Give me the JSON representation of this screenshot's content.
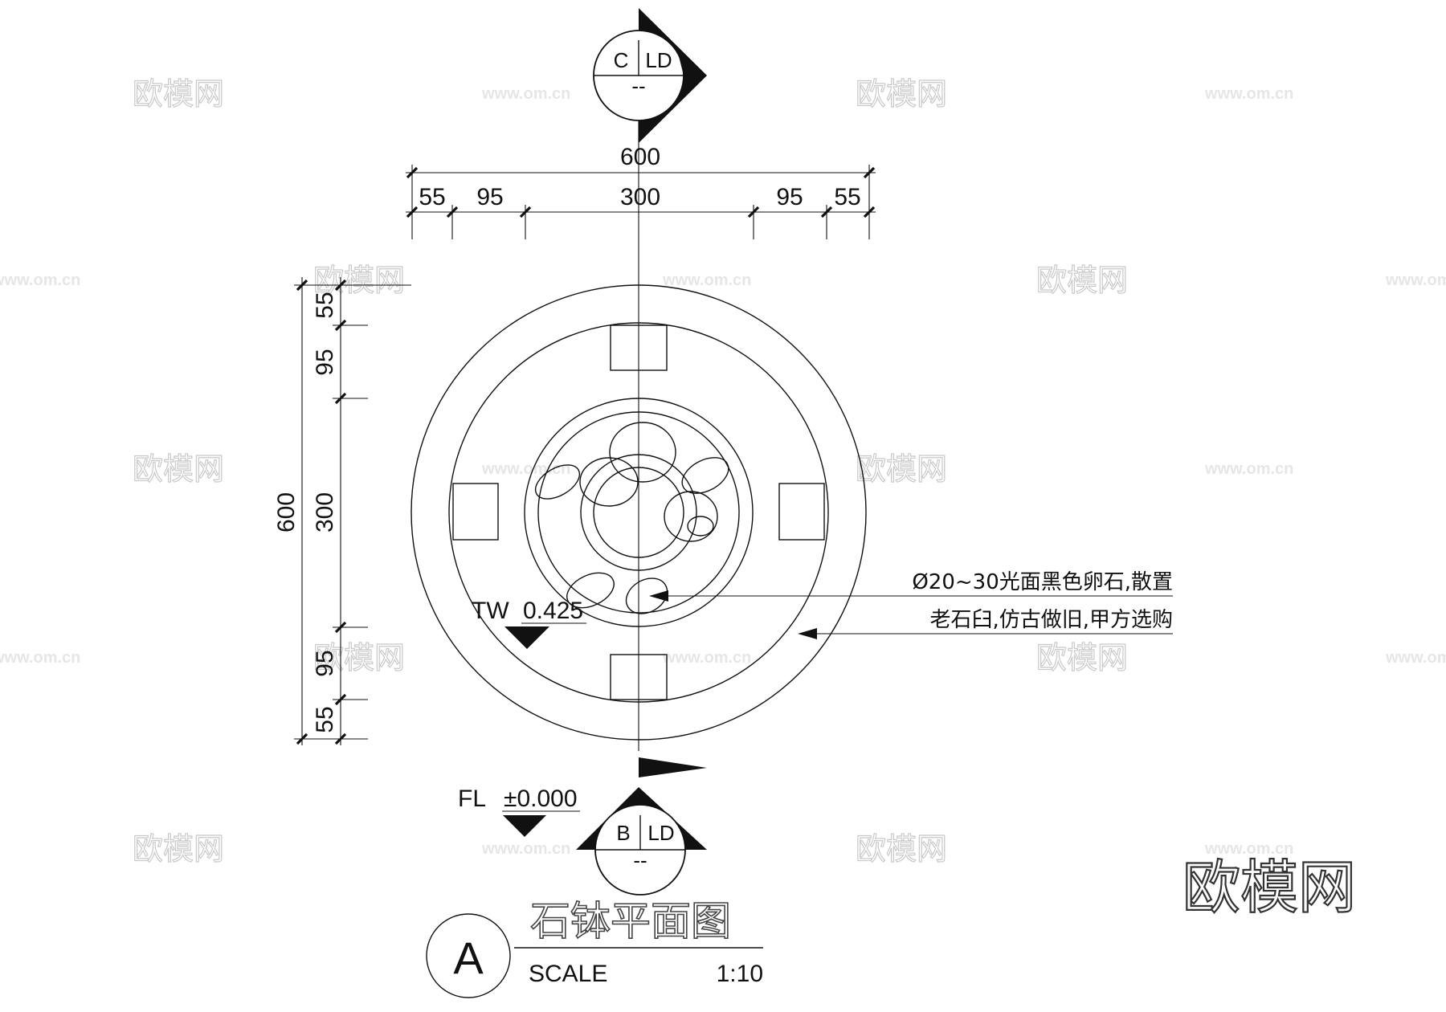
{
  "watermark": {
    "brand": "欧模网",
    "url": "www.om.cn"
  },
  "section_top": {
    "letter": "C",
    "code": "LD",
    "sheet": "--"
  },
  "section_bottom": {
    "letter": "B",
    "code": "LD",
    "sheet": "--"
  },
  "dims_top": {
    "overall": "600",
    "parts": [
      "55",
      "95",
      "300",
      "95",
      "55"
    ]
  },
  "dims_left": {
    "overall": "600",
    "parts": [
      "55",
      "95",
      "300",
      "95",
      "55"
    ]
  },
  "levels": {
    "tw": {
      "label": "TW",
      "value": "0.425"
    },
    "fl": {
      "label": "FL",
      "value": "±0.000"
    }
  },
  "notes": [
    "Ø20~30光面黑色卵石,散置",
    "老石臼,仿古做旧,甲方选购"
  ],
  "title_block": {
    "id": "A",
    "title": "石钵平面图",
    "scale_label": "SCALE",
    "scale_value": "1:10"
  }
}
